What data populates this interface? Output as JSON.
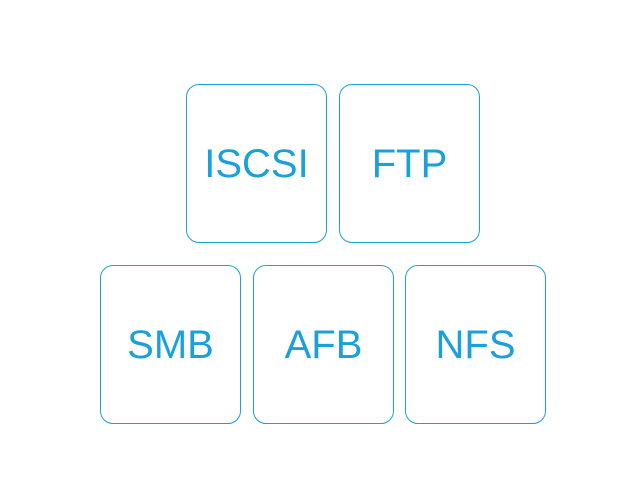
{
  "accent_color": "#1aa1dc",
  "protocols": {
    "top_row": [
      {
        "label": "ISCSI"
      },
      {
        "label": "FTP"
      }
    ],
    "bottom_row": [
      {
        "label": "SMB"
      },
      {
        "label": "AFB"
      },
      {
        "label": "NFS"
      }
    ]
  }
}
